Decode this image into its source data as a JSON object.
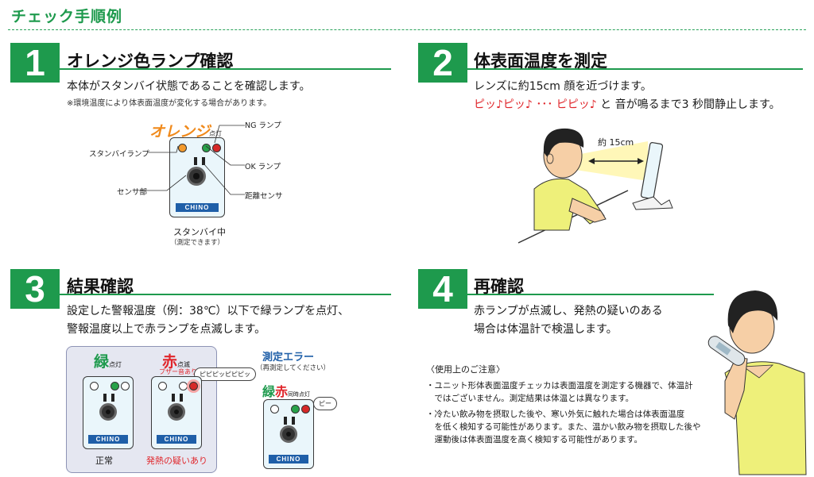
{
  "page_title": "チェック手順例",
  "brand": "CHINO",
  "step1": {
    "num": "1",
    "title": "オレンジ色ランプ確認",
    "text": "本体がスタンバイ状態であることを確認します。",
    "note": "※環境温度により体表面温度が変化する場合があります。",
    "orange_label": "オレンジ",
    "lit_label": "点灯",
    "callout_standby": "スタンバイランプ",
    "callout_sensor": "センサ部",
    "callout_ng": "NG ランプ",
    "callout_ok": "OK ランプ",
    "callout_distance": "距離センサ",
    "caption": "スタンバイ中",
    "caption_sub": "（測定できます）"
  },
  "step2": {
    "num": "2",
    "title": "体表面温度を測定",
    "text1": "レンズに約15cm 顔を近づけます。",
    "text2_red": "ピッ♪ピッ♪ ･･･ ピピッ♪",
    "text2_black": "と 音が鳴るまで3 秒間静止します。",
    "distance_label": "約 15cm"
  },
  "step3": {
    "num": "3",
    "title": "結果確認",
    "text1": "設定した警報温度（例：38℃）以下で緑ランプを点灯、",
    "text2": "警報温度以上で赤ランプを点滅します。",
    "green_char": "緑",
    "green_sub": "点灯",
    "red_char": "赤",
    "red_sub": "点滅",
    "buzzer": "ブザー音あり",
    "bubble_beep": "ピピピッピピピッ",
    "caption_normal": "正常",
    "caption_fever": "発熱の疑いあり",
    "error_title": "測定エラー",
    "error_sub": "（再測定してください）",
    "error_green": "緑",
    "error_red": "赤",
    "error_sim": "同時点灯",
    "bubble_long": "ピー"
  },
  "step4": {
    "num": "4",
    "title": "再確認",
    "text1": "赤ランプが点滅し、発熱の疑いのある",
    "text2": "場合は体温計で検温します。",
    "notes_head": "〈使用上のご注意〉",
    "note1a": "・ユニット形体表面温度チェッカは表面温度を測定する機器で、体温計",
    "note1b": "　ではございません。測定結果は体温とは異なります。",
    "note2a": "・冷たい飲み物を摂取した後や、寒い外気に触れた場合は体表面温度",
    "note2b": "　を低く検知する可能性があります。また、温かい飲み物を摂取した後や",
    "note2c": "　運動後は体表面温度を高く検知する可能性があります。"
  },
  "colors": {
    "accent_green": "#1e9a4d",
    "alert_red": "#e0262b",
    "lamp_orange": "#f39a2c",
    "panel_blue": "#1f5fa8"
  }
}
